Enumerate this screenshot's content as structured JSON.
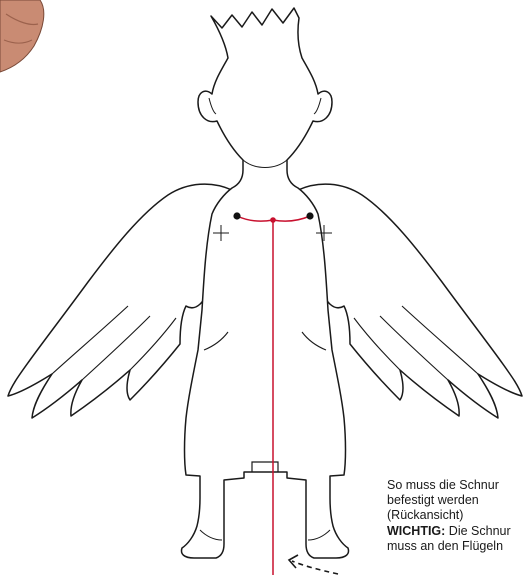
{
  "caption": {
    "line1": "So muss die Schnur",
    "line2": "befestigt werden",
    "line3": "(Rückansicht)",
    "warning_label": "WICHTIG:",
    "warning_rest": " Die Schnur",
    "line5": "muss an den Flügeln"
  },
  "colors": {
    "outline": "#1a1a1a",
    "string": "#c8102e",
    "hand": "#c98b73"
  }
}
